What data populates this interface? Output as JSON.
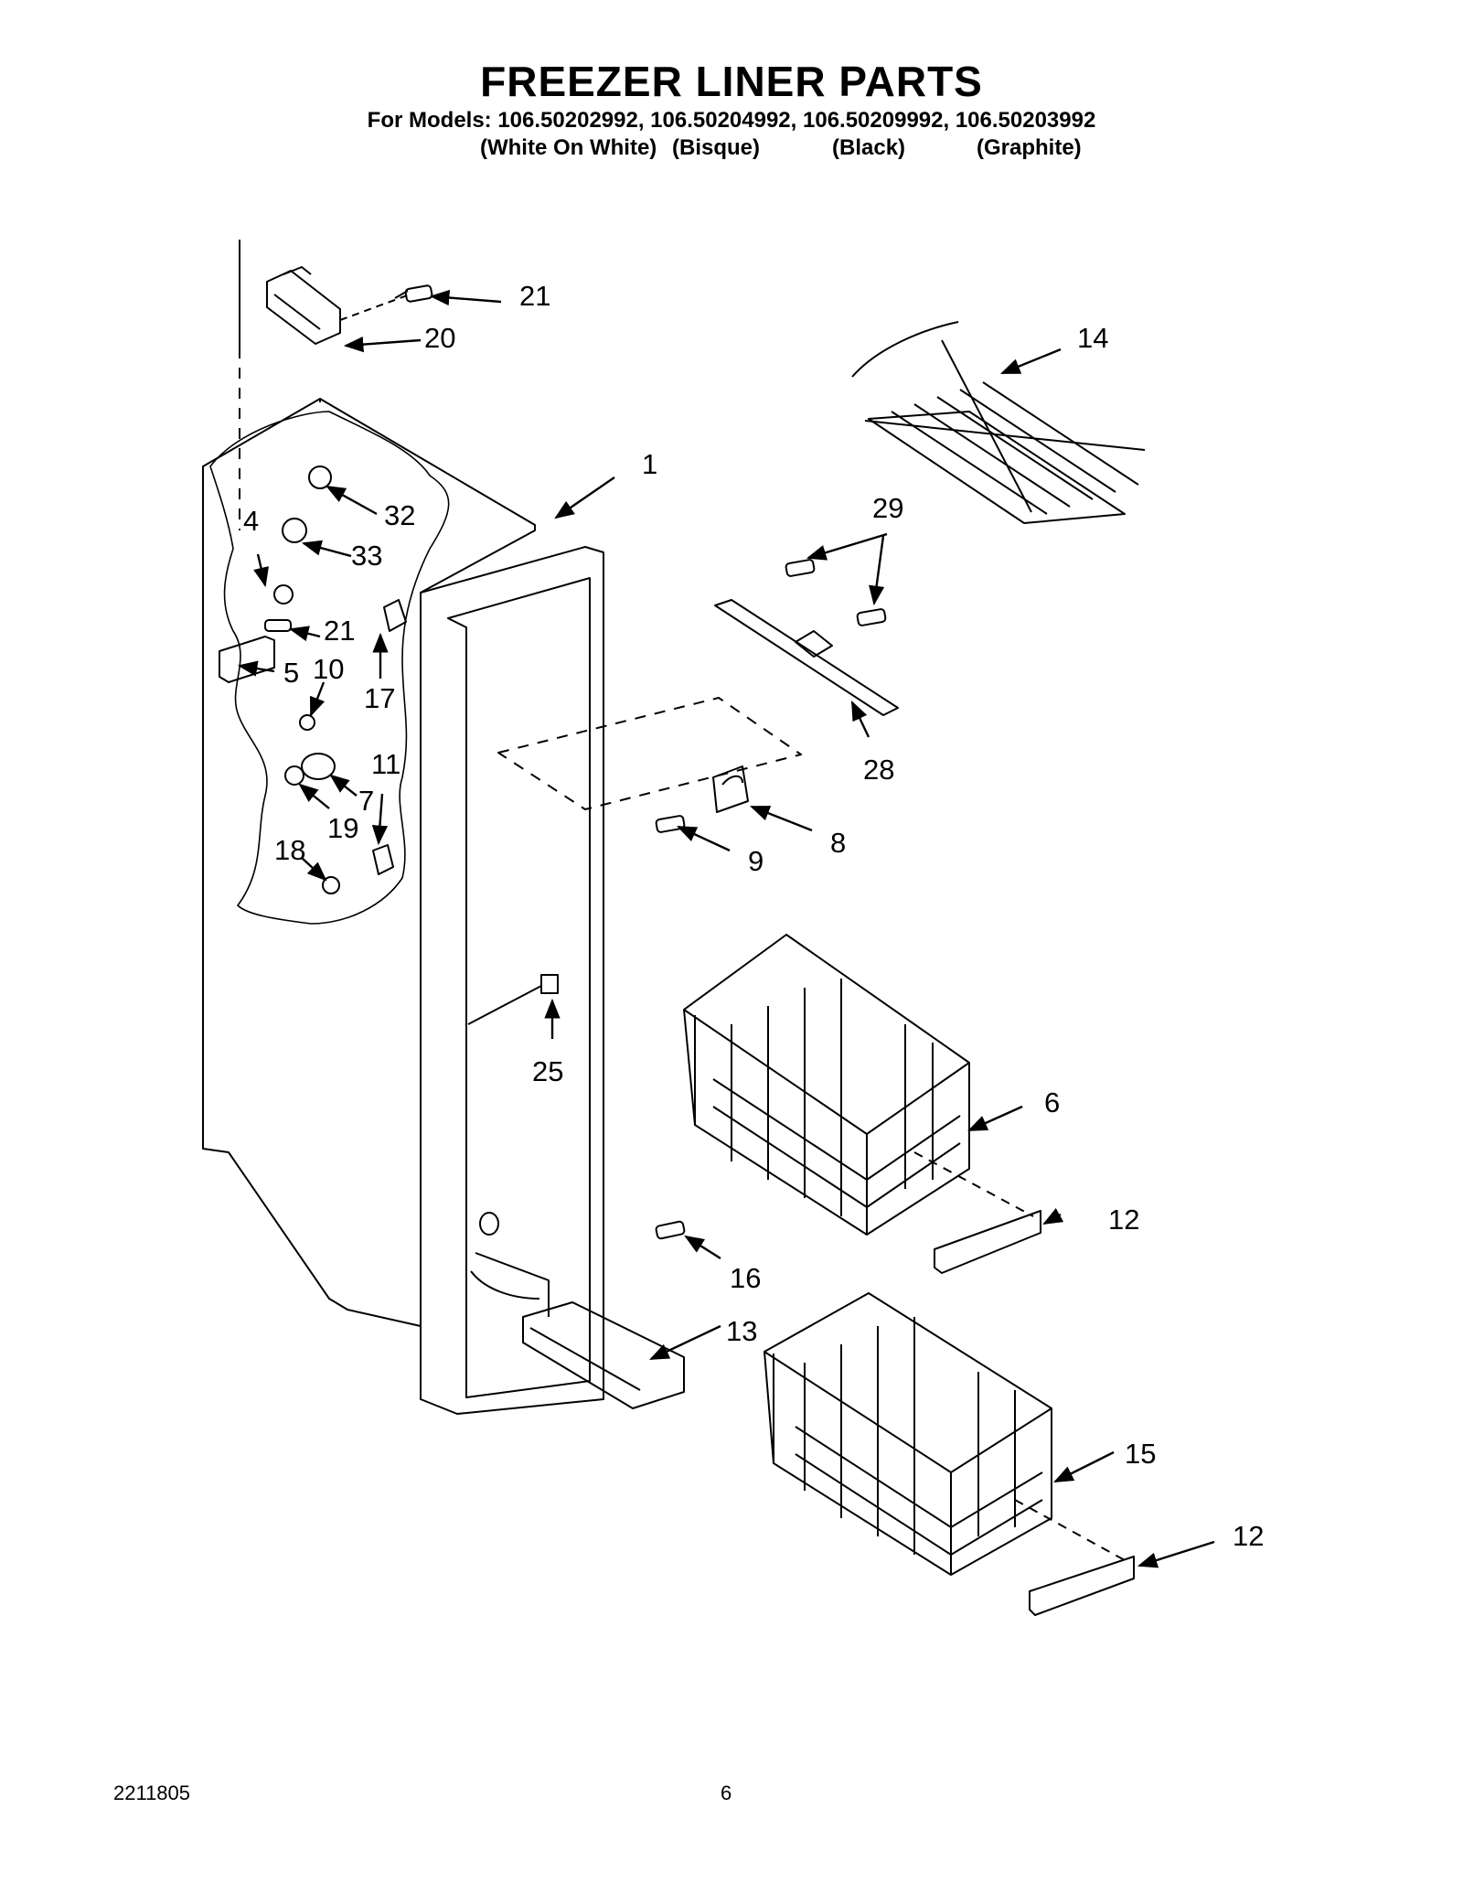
{
  "title": "FREEZER LINER PARTS",
  "models_line": "For Models: 106.50202992, 106.50204992, 106.50209992, 106.50203992",
  "variants": [
    "(White On White)",
    "(Bisque)",
    "(Black)",
    "(Graphite)"
  ],
  "callouts": [
    "1",
    "4",
    "5",
    "6",
    "7",
    "8",
    "9",
    "10",
    "11",
    "12",
    "12",
    "13",
    "14",
    "15",
    "16",
    "17",
    "18",
    "19",
    "20",
    "21",
    "21",
    "25",
    "28",
    "29",
    "32",
    "33"
  ],
  "doc_number": "2211805",
  "page_number": "6"
}
